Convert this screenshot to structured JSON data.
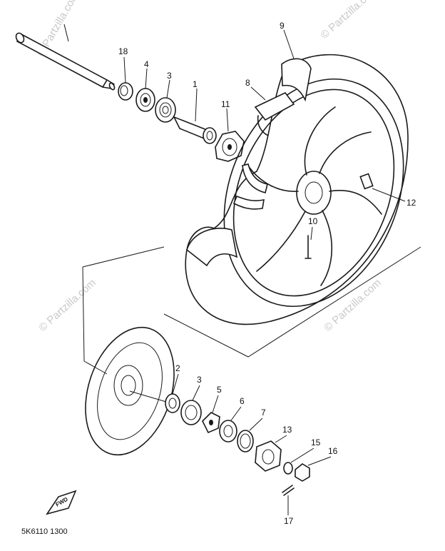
{
  "watermark": "© Partzilla.com",
  "diagram_code": "5K6110 1300",
  "fwd_label": "FWD",
  "callouts": {
    "c1": "1",
    "c2": "2",
    "c3a": "3",
    "c3b": "3",
    "c4": "4",
    "c5": "5",
    "c6": "6",
    "c7": "7",
    "c8": "8",
    "c9": "9",
    "c10": "10",
    "c11": "11",
    "c12": "12",
    "c13": "13",
    "c15": "15",
    "c16": "16",
    "c17": "17",
    "c18": "18"
  }
}
